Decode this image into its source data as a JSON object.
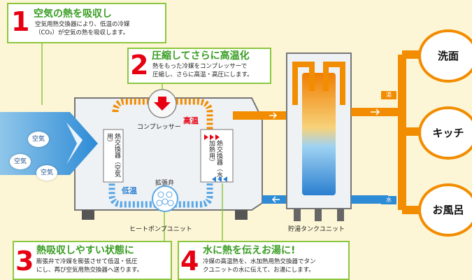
{
  "step1": {
    "num": "1",
    "title": "空気の熱を吸収し",
    "desc1": "空気用熱交換器により、低温の冷媒",
    "desc2": "（CO₂）が空気の熱を吸収します。"
  },
  "step2": {
    "num": "2",
    "title": "圧縮してさらに高温化",
    "desc1": "熱をもった冷媒をコンプレッサーで",
    "desc2": "圧縮し、さらに高温・高圧にします。"
  },
  "step3": {
    "num": "3",
    "title": "熱吸収しやすい状態に",
    "desc1": "膨張弁で冷媒を膨張させて低温・低圧",
    "desc2": "にし、再び空気用熱交換器へ送ります。"
  },
  "step4": {
    "num": "4",
    "title": "水に熱を伝えお湯に!",
    "desc1": "冷媒の高温熱を、水加熱用熱交換器でタン",
    "desc2": "クユニットの水に伝えて、お湯にします。"
  },
  "air_labels": [
    "空気",
    "空気",
    "空気"
  ],
  "hp_unit": {
    "label": "ヒートポンプユニット",
    "air_hx": "熱交換器（空気用）",
    "water_hx": "熱交換器（水加熱用）",
    "compressor": "コンプレッサー",
    "valve": "拡張弁",
    "high_temp": "高温",
    "low_temp": "低温"
  },
  "tank_unit": {
    "label": "貯湯タンクユニット"
  },
  "hot_tag": "湯",
  "water_tag": "水",
  "destinations": [
    "洗面",
    "キッチ",
    "お風呂"
  ],
  "colors": {
    "accent_green": "#3a9d23",
    "number_red": "#e60012",
    "hot": "#f28c00",
    "cold": "#3a8fd9"
  }
}
